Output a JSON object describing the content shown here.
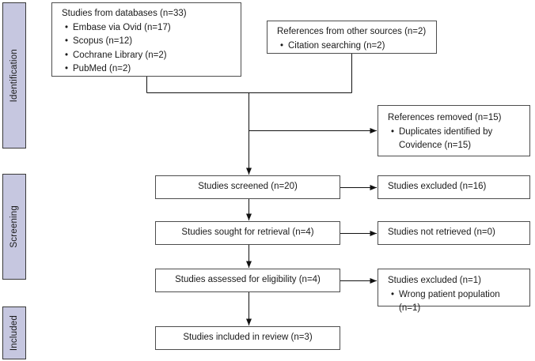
{
  "figure": {
    "type": "prisma-flow-diagram",
    "description": "Study selection flow diagram"
  },
  "colors": {
    "background": "#ffffff",
    "text": "#1a1a1a",
    "box_border": "#4d4d4d",
    "line": "#111111",
    "stage_fill": "#c6c7e0",
    "stage_border": "#3a3a3a"
  },
  "bullet_glyph": "•",
  "stages": [
    {
      "label": "Identification"
    },
    {
      "label": "Screening"
    },
    {
      "label": "Included"
    }
  ],
  "boxes": {
    "databases": {
      "title": "Studies from databases (n=33)",
      "bullets": [
        "Embase via Ovid (n=17)",
        "Scopus (n=12)",
        "Cochrane Library (n=2)",
        "PubMed (n=2)"
      ]
    },
    "other_sources": {
      "title": "References from other sources (n=2)",
      "bullets": [
        "Citation searching (n=2)"
      ]
    },
    "references_removed": {
      "title": "References removed (n=15)",
      "bullets": [
        "Duplicates identified by Covidence (n=15)"
      ]
    },
    "screened": {
      "title": "Studies screened (n=20)"
    },
    "excluded_screening": {
      "title": "Studies excluded (n=16)"
    },
    "sought_retrieval": {
      "title": "Studies sought for retrieval (n=4)"
    },
    "not_retrieved": {
      "title": "Studies not retrieved (n=0)"
    },
    "assessed": {
      "title": "Studies assessed for eligibility (n=4)"
    },
    "excluded_eligibility": {
      "title": "Studies excluded (n=1)",
      "bullets": [
        "Wrong patient population (n=1)"
      ]
    },
    "included_review": {
      "title": "Studies included in review (n=3)"
    }
  }
}
